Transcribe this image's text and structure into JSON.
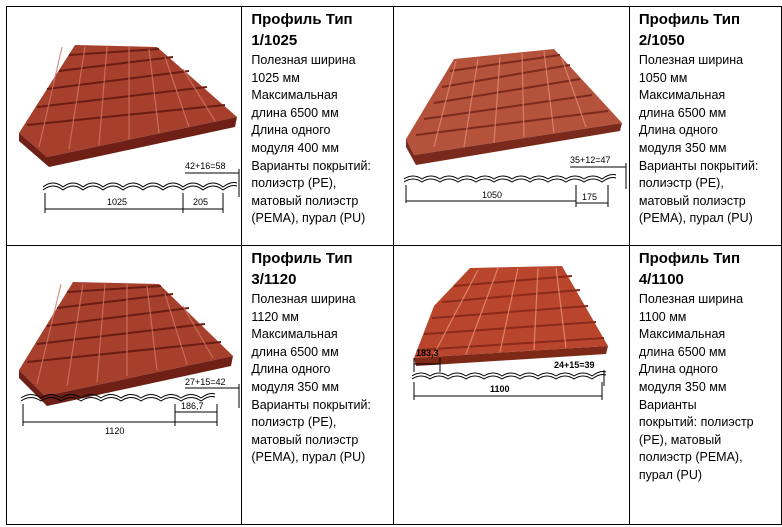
{
  "cards": [
    {
      "title": "Профиль Тип 1/1025",
      "lines": [
        "Полезная ширина",
        "1025 мм",
        "Максимальная",
        "длина 6500 мм",
        "Длина одного",
        "модуля 400 мм",
        "Варианты покрытий:",
        "полиэстр (PE),",
        "матовый полиэстр",
        "(PEMA), пурал (PU)"
      ],
      "dims": {
        "total": "1025",
        "module": "205",
        "height": "42+16=58"
      }
    },
    {
      "title": "Профиль Тип 2/1050",
      "lines": [
        "Полезная ширина",
        "1050 мм",
        "Максимальная",
        "длина 6500 мм",
        "Длина одного",
        "модуля 350 мм",
        "Варианты покрытий:",
        "полиэстр (PE),",
        "матовый полиэстр",
        "(PEMA), пурал (PU)"
      ],
      "dims": {
        "total": "1050",
        "module": "175",
        "height": "35+12=47"
      }
    },
    {
      "title": "Профиль Тип 3/1120",
      "lines": [
        "Полезная ширина",
        "1120 мм",
        "Максимальная",
        "длина 6500 мм",
        " Длина одного",
        "модуля 350 мм",
        "Варианты покрытий:",
        "полиэстр (PE),",
        "матовый полиэстр",
        "(PEMA), пурал (PU)"
      ],
      "dims": {
        "total": "1120",
        "module": "186,7",
        "height": "27+15=42"
      }
    },
    {
      "title": "Профиль Тип 4/1100",
      "lines": [
        "Полезная ширина",
        "1100 мм",
        " Максимальная",
        "длина 6500 мм",
        " Длина одного",
        "модуля 350 мм",
        "  Варианты",
        "покрытий: полиэстр",
        "(PE), матовый",
        "полиэстр (PEMA),",
        "пурал (PU)"
      ],
      "dims": {
        "total": "1100",
        "module": "183,3",
        "height": "24+15=39"
      }
    }
  ],
  "colors": {
    "roof_light": "#b9503c",
    "roof_dark": "#7a2418",
    "roof_mid": "#9c3a28",
    "line": "#000000"
  }
}
